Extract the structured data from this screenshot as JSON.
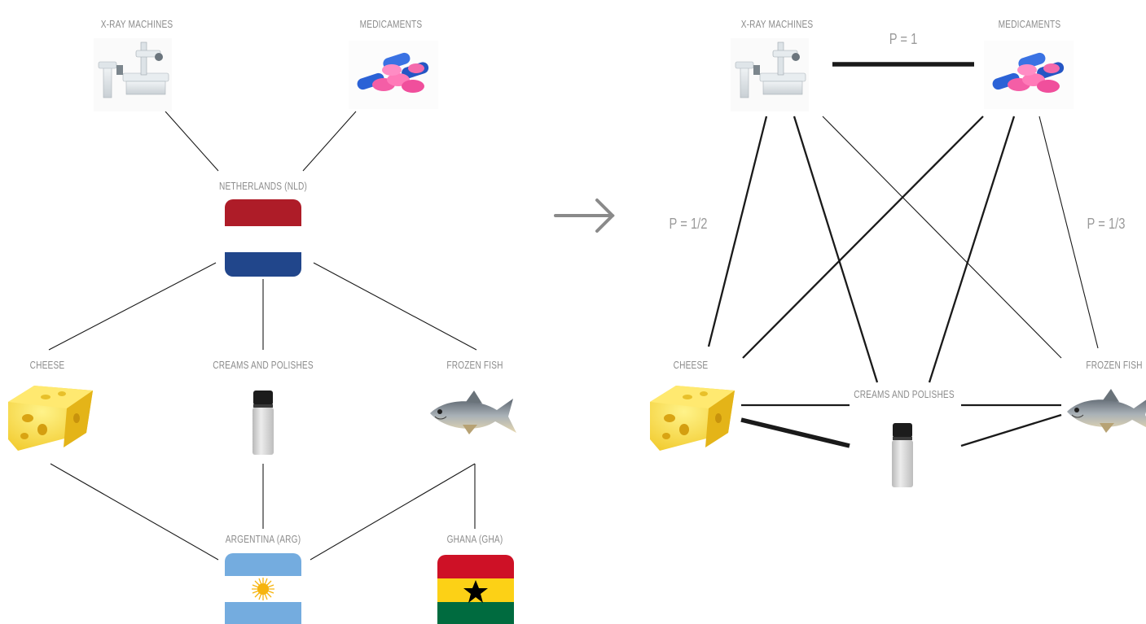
{
  "left_network": {
    "products": {
      "xray": "X-RAY MACHINES",
      "medicaments": "MEDICAMENTS",
      "cheese": "CHEESE",
      "creams": "CREAMS AND POLISHES",
      "fish": "FROZEN FISH"
    },
    "countries": {
      "netherlands": "NETHERLANDS (NLD)",
      "argentina": "ARGENTINA (ARG)",
      "ghana": "GHANA (GHA)"
    }
  },
  "right_network": {
    "products": {
      "xray": "X-RAY MACHINES",
      "medicaments": "MEDICAMENTS",
      "cheese": "CHEESE",
      "creams": "CREAMS AND POLISHES",
      "fish": "FROZEN FISH"
    },
    "proximity_labels": {
      "p_one": "P = 1",
      "p_half": "P = 1/2",
      "p_third": "P = 1/3"
    }
  },
  "colors": {
    "line": "#1a1a1a",
    "label": "#8c8c8c",
    "arrow": "#8a8a8a",
    "nld_red": "#ae1c28",
    "nld_blue": "#21468b",
    "arg_blue": "#74acdf",
    "gha_red": "#ce1126",
    "gha_gold": "#fcd116",
    "gha_green": "#006b3f"
  }
}
